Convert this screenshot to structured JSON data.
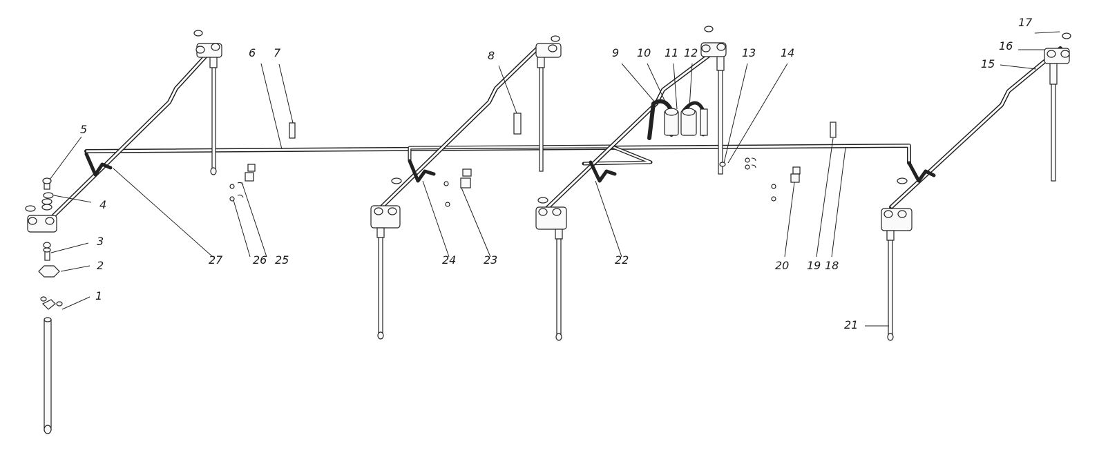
{
  "callouts": {
    "n1": "1",
    "n2": "2",
    "n3": "3",
    "n4": "4",
    "n5": "5",
    "n6": "6",
    "n7": "7",
    "n8": "8",
    "n9": "9",
    "n10": "10",
    "n11": "11",
    "n12": "12",
    "n13": "13",
    "n14": "14",
    "n15": "15",
    "n16": "16",
    "n17": "17",
    "n18": "18",
    "n19": "19",
    "n20": "20",
    "n21": "21",
    "n22": "22",
    "n23": "23",
    "n24": "24",
    "n25": "25",
    "n26": "26",
    "n27": "27"
  },
  "colors": {
    "line": "#222222",
    "background": "#ffffff"
  }
}
